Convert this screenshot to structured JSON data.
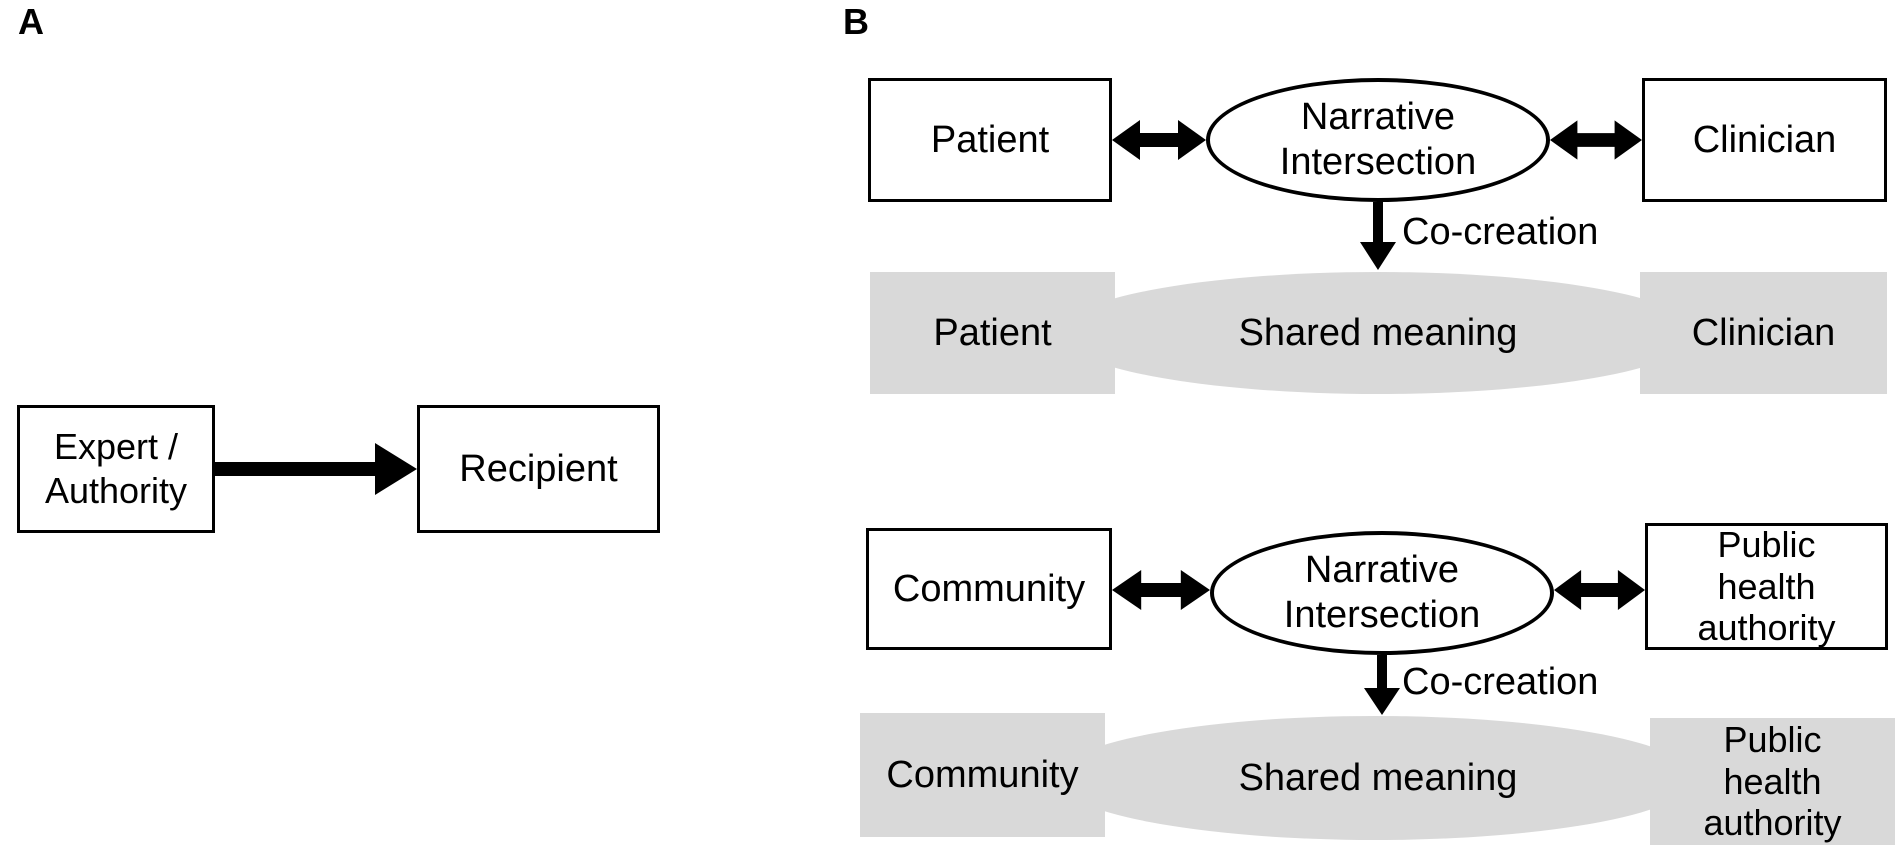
{
  "colors": {
    "gray_fill": "#d9d9d9",
    "ink": "#000000"
  },
  "panel_a": {
    "label": "A",
    "source": "Expert /\nAuthority",
    "target": "Recipient"
  },
  "panel_b": {
    "label": "B",
    "groups": [
      {
        "left": "Patient",
        "hub": "Narrative\nIntersection",
        "right": "Clinician",
        "arrow_label": "Co-creation",
        "outcome_left": "Patient",
        "outcome_center": "Shared meaning",
        "outcome_right": "Clinician"
      },
      {
        "left": "Community",
        "hub": "Narrative\nIntersection",
        "right": "Public\nhealth\nauthority",
        "arrow_label": "Co-creation",
        "outcome_left": "Community",
        "outcome_center": "Shared meaning",
        "outcome_right": "Public\nhealth\nauthority"
      }
    ]
  }
}
